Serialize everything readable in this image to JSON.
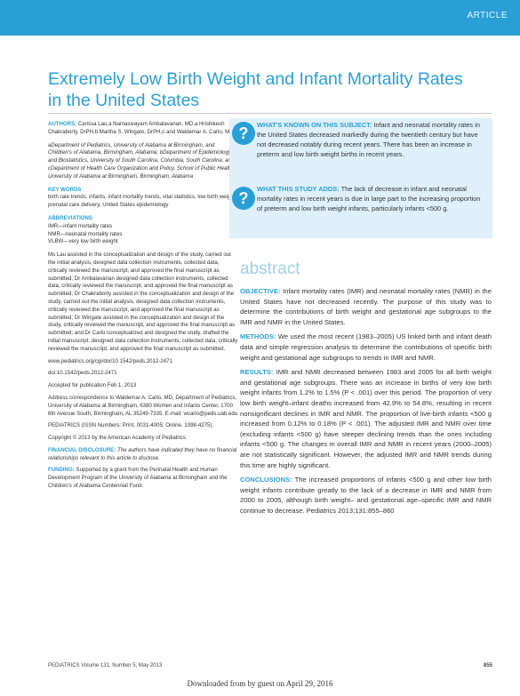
{
  "header": {
    "section_label": "ARTICLE"
  },
  "title": "Extremely Low Birth Weight and Infant Mortality Rates in the United States",
  "authors": {
    "label": "AUTHORS:",
    "text": "Carissa Lau,a Namasivayam Ambalavanan, MD,a Hrishikesh Chakraborty, DrPH,b Martha S. Wingate, DrPH,c and Waldemar A. Carlo, MDa"
  },
  "affiliations": {
    "a": "aDepartment of Pediatrics, University of Alabama at Birmingham, and Children's of Alabama, Birmingham, Alabama;",
    "b": "bDepartment of Epidemiology and Biostatistics, University of South Carolina, Columbia, South Carolina; and",
    "c": "cDepartment of Health Care Organization and Policy, School of Public Health, University of Alabama at Birmingham, Birmingham, Alabama"
  },
  "keywords": {
    "label": "KEY WORDS",
    "text": "birth rate trends, infants, infant mortality trends, vital statistics, low birth weight, prenatal care delivery, United States epidemiology"
  },
  "abbreviations": {
    "label": "ABBREVIATIONS",
    "items": [
      "IMR—infant mortality rates",
      "NMR—neonatal mortality rates",
      "VLBW—very low birth weight"
    ]
  },
  "contributions": "Ms Lau assisted in the conceptualization and design of the study, carried out the initial analysis, designed data collection instruments, collected data, critically reviewed the manuscript, and approved the final manuscript as submitted; Dr Ambalavanan designed data collection instruments, collected data, critically reviewed the manuscript, and approved the final manuscript as submitted; Dr Chakraborty assisted in the conceptualization and design of the study, carried out the initial analysis, designed data collection instruments, critically reviewed the manuscript, and approved the final manuscript as submitted; Dr Wingate assisted in the conceptualization and design of the study, critically reviewed the manuscript, and approved the final manuscript as submitted; and Dr Carlo conceptualized and designed the study, drafted the initial manuscript, designed data collection instruments, collected data, critically reviewed the manuscript, and approved the final manuscript as submitted.",
  "meta": {
    "url": "www.pediatrics.org/cgi/doi/10.1542/peds.2012-2471",
    "doi": "doi:10.1542/peds.2012-2471",
    "accepted": "Accepted for publication Feb 1, 2013",
    "correspondence": "Address correspondence to Waldemar A. Carlo, MD, Department of Pediatrics, University of Alabama at Birmingham, 6380 Women and Infants Center, 1700 6th Avenue South, Birmingham, AL 35249-7335. E-mail: wcarlo@peds.uab.edu",
    "issn": "PEDIATRICS (ISSN Numbers: Print, 0031-4005; Online, 1098-4275).",
    "copyright": "Copyright © 2013 by the American Academy of Pediatrics",
    "disclosure_label": "FINANCIAL DISCLOSURE:",
    "disclosure_text": "The authors have indicated they have no financial relationships relevant to this article to disclose.",
    "funding_label": "FUNDING:",
    "funding_text": "Supported by a grant from the Perinatal Health and Human Development Program of the University of Alabama at Birmingham and the Children's of Alabama Centennial Fund."
  },
  "sidebar": {
    "icon": "?",
    "known_label": "WHAT'S KNOWN ON THIS SUBJECT:",
    "known_text": "Infant and neonatal mortality rates in the United States decreased markedly during the twentieth century but have not decreased notably during recent years. There has been an increase in preterm and low birth weight births in recent years.",
    "adds_label": "WHAT THIS STUDY ADDS:",
    "adds_text": "The lack of decrease in infant and neonatal mortality rates in recent years is due in large part to the increasing proportion of preterm and low birth weight infants, particularly infants <500 g."
  },
  "abstract": {
    "heading": "abstract",
    "objective_label": "OBJECTIVE:",
    "objective": "Infant mortality rates (IMR) and neonatal mortality rates (NMR) in the United States have not decreased recently. The purpose of this study was to determine the contributions of birth weight and gestational age subgroups to the IMR and NMR in the United States.",
    "methods_label": "METHODS:",
    "methods": "We used the most recent (1983–2005) US linked birth and infant death data and simple regression analysis to determine the contributions of specific birth weight and gestational age subgroups to trends in IMR and NMR.",
    "results_label": "RESULTS:",
    "results": "IMR and NMR decreased between 1983 and 2005 for all birth weight and gestational age subgroups. There was an increase in births of very low birth weight infants from 1.2% to 1.5% (P < .001) over this period. The proportion of very low birth weight–infant deaths increased from 42.9% to 54.8%, resulting in recent nonsignificant declines in IMR and NMR. The proportion of live-birth infants <500 g increased from 0.12% to 0.18% (P < .001). The adjusted IMR and NMR over time (excluding infants <500 g) have steeper declining trends than the ones including infants <500 g. The changes in overall IMR and NMR in recent years (2000–2005) are not statistically significant. However, the adjusted IMR and NMR trends during this time are highly significant.",
    "conclusions_label": "CONCLUSIONS:",
    "conclusions": "The increased proportions of infants <500 g and other low birth weight infants contribute greatly to the lack of a decrease in IMR and NMR from 2000 to 2005, although birth weight– and gestational age–specific IMR and NMR continue to decrease. Pediatrics 2013;131:855–860"
  },
  "footer": {
    "journal": "PEDIATRICS Volume 131, Number 5, May 2013",
    "page": "855",
    "download": "Downloaded from by guest on April 29, 2016"
  }
}
